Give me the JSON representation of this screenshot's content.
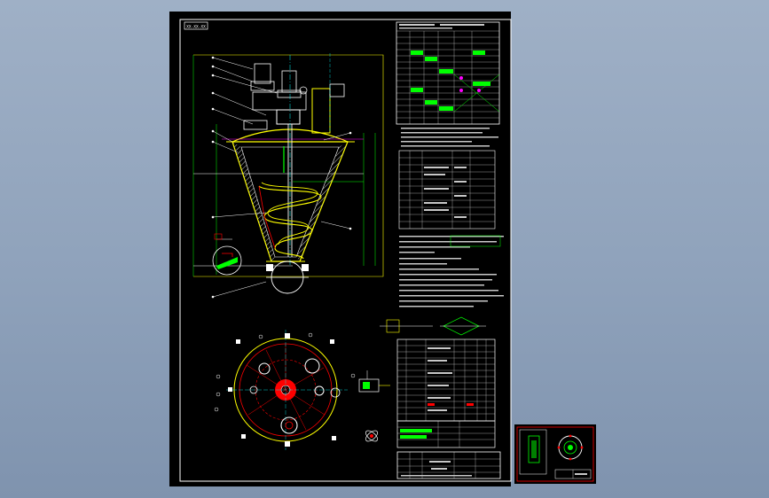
{
  "viewer": {
    "background": "#8fa2bb",
    "paper_color": "#000000",
    "frame_color": "#ffffff",
    "drawing_colors": {
      "outline": "#ffffff",
      "vessel": "#ffff00",
      "section": "#ff0000",
      "dimension": "#00ff00",
      "centerline": "#00ffff",
      "hatch": "#ff00ff"
    }
  },
  "main_sheet": {
    "name": "conical-screw-mixer-drawing",
    "tag_label": "XX-XX-XX"
  },
  "thumbnail_sheet": {
    "name": "second-drawing-sheet-thumbnail"
  }
}
